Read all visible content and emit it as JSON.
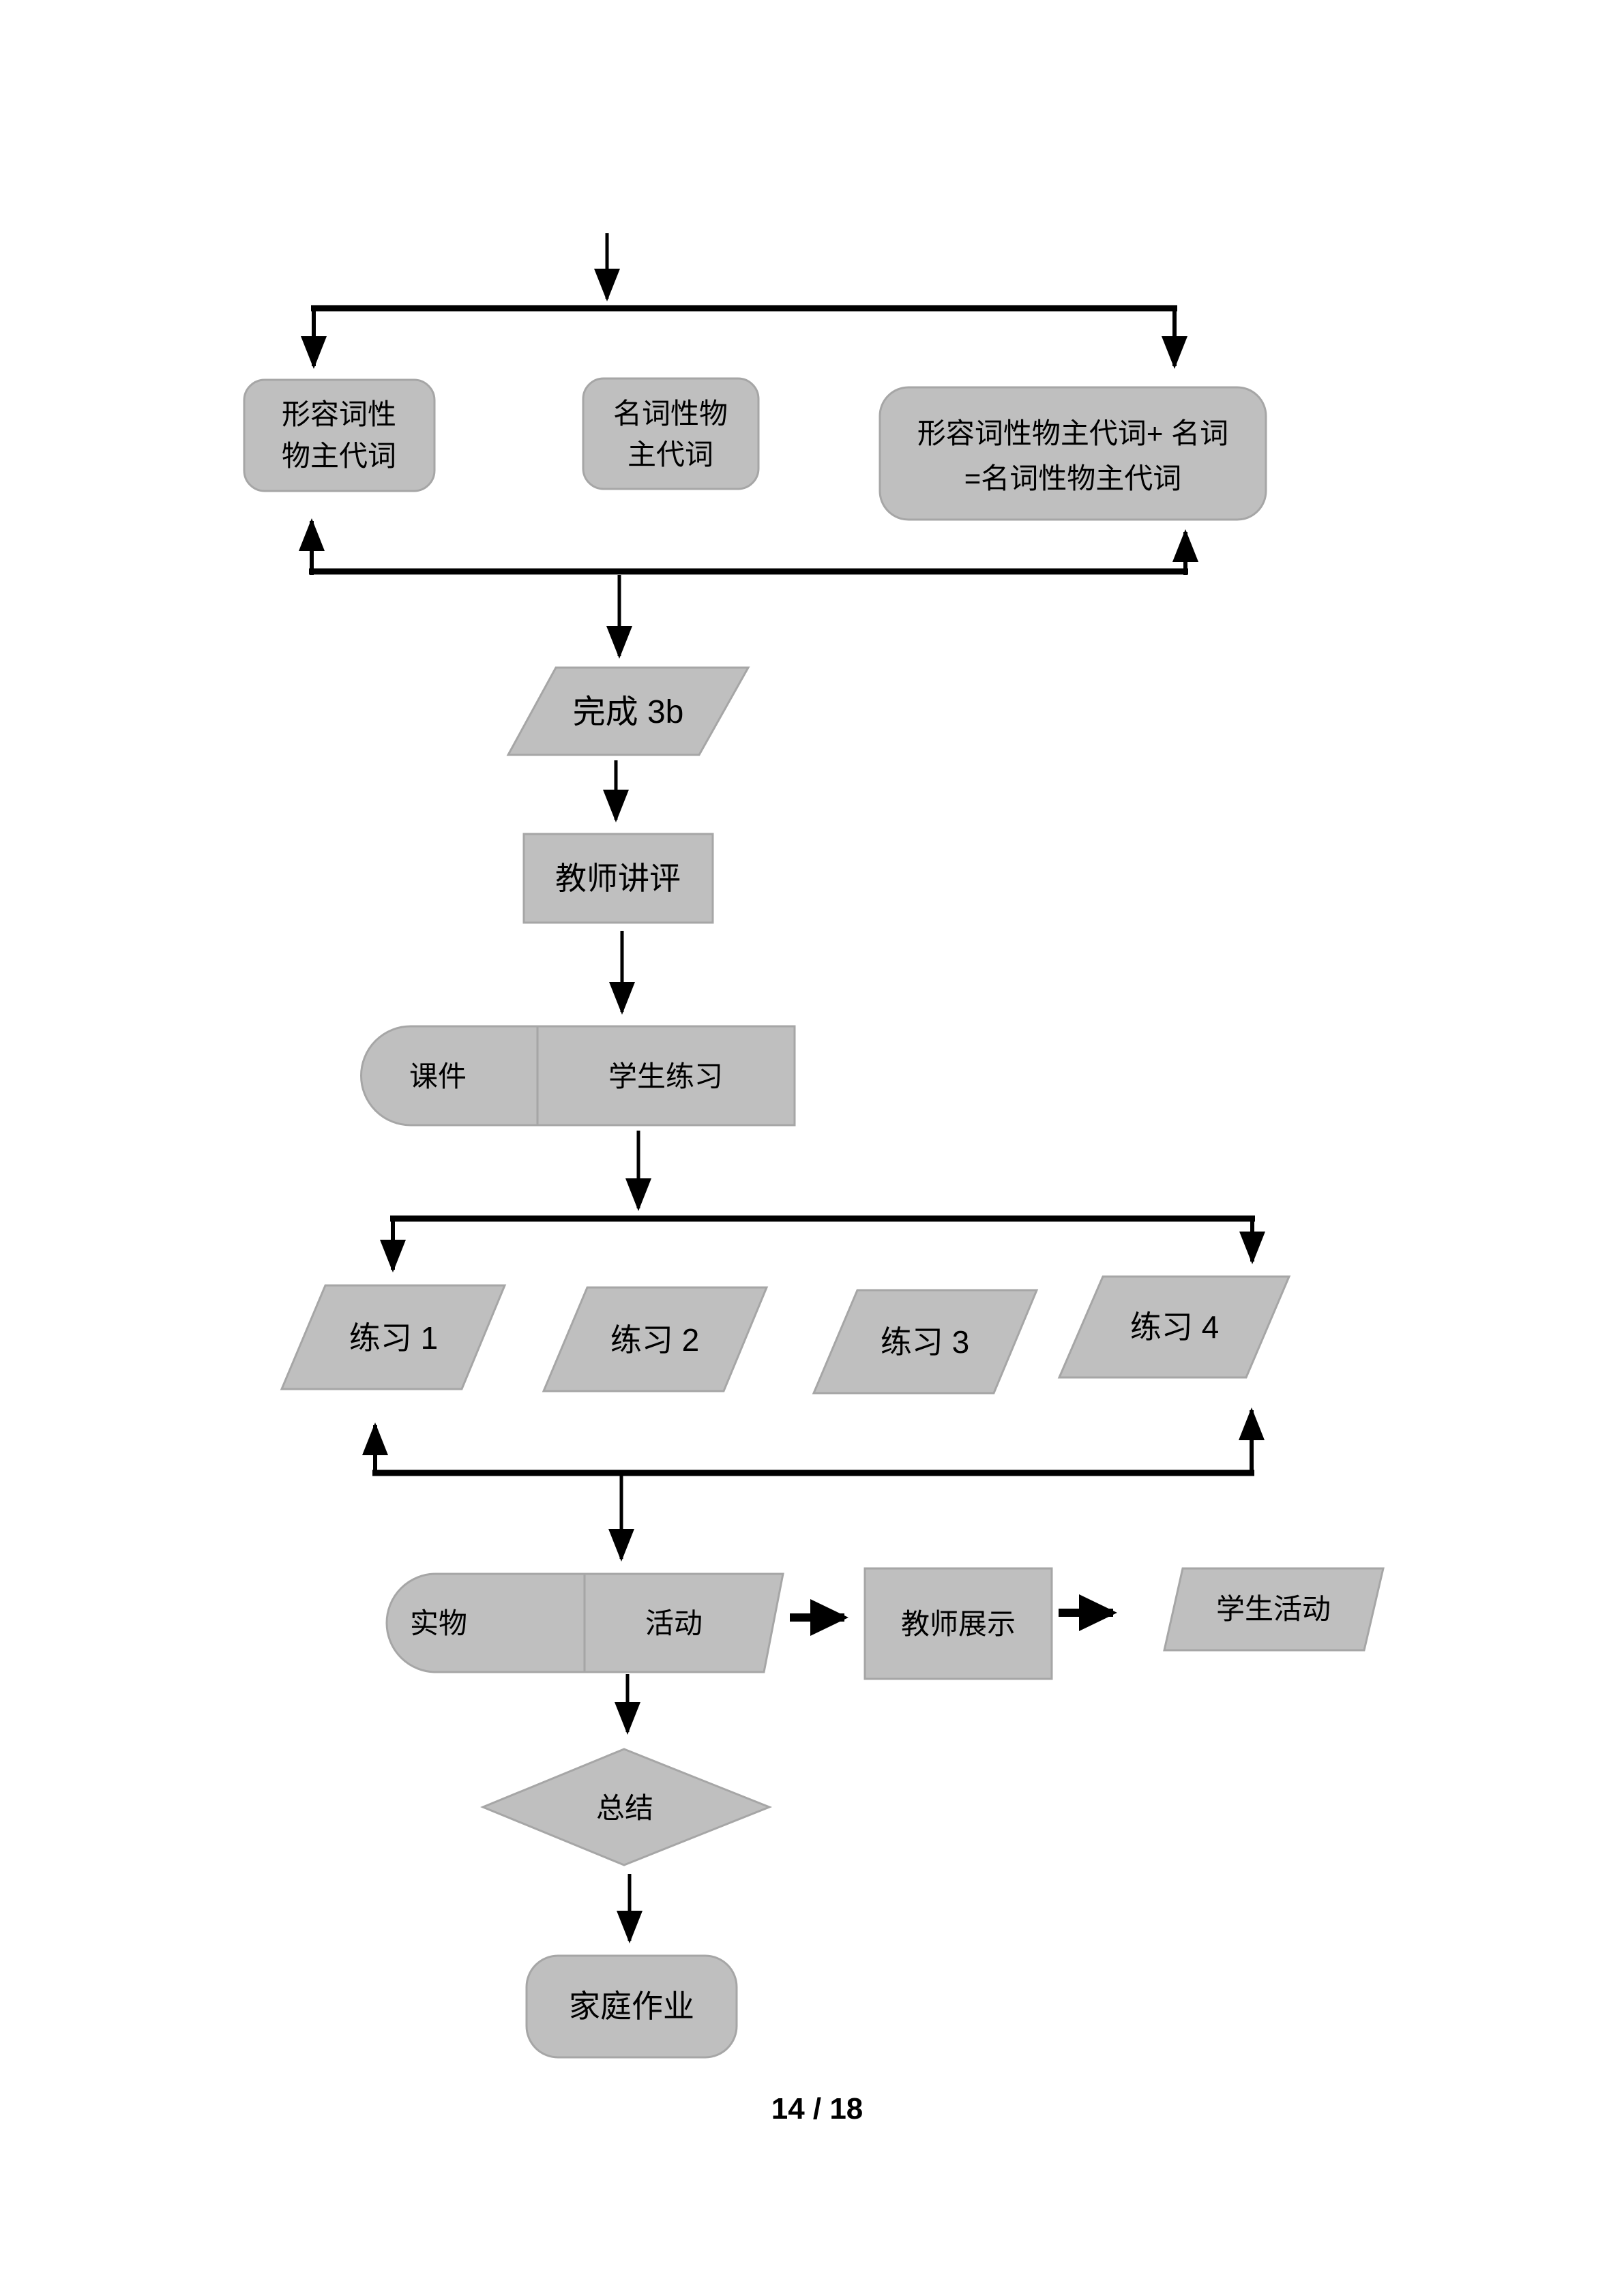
{
  "page": {
    "number_label": "14 / 18"
  },
  "colors": {
    "background": "#FFFFFF",
    "shape_fill": "#BFBFBF",
    "shape_border": "#A6A6A6",
    "line": "#000000",
    "text": "#000000"
  },
  "flowchart": {
    "row_concepts": {
      "adjective_possessive": {
        "line1": "形容词性",
        "line2": "物主代词"
      },
      "noun_possessive": {
        "line1": "名词性物",
        "line2": "主代词"
      },
      "formula": {
        "line1": "形容词性物主代词+ 名词",
        "line2": "=名词性物主代词"
      }
    },
    "complete_3b": {
      "label": "完成 3b"
    },
    "teacher_review": {
      "label": "教师讲评"
    },
    "courseware": {
      "label": "课件"
    },
    "student_practice": {
      "label": "学生练习"
    },
    "exercises": [
      {
        "label": "练习 1"
      },
      {
        "label": "练习 2"
      },
      {
        "label": "练习 3"
      },
      {
        "label": "练习 4"
      }
    ],
    "realia": {
      "label": "实物"
    },
    "activity": {
      "label": "活动"
    },
    "teacher_demo": {
      "label": "教师展示"
    },
    "student_activity": {
      "label": "学生活动"
    },
    "summary": {
      "label": "总结"
    },
    "homework": {
      "label": "家庭作业"
    }
  }
}
